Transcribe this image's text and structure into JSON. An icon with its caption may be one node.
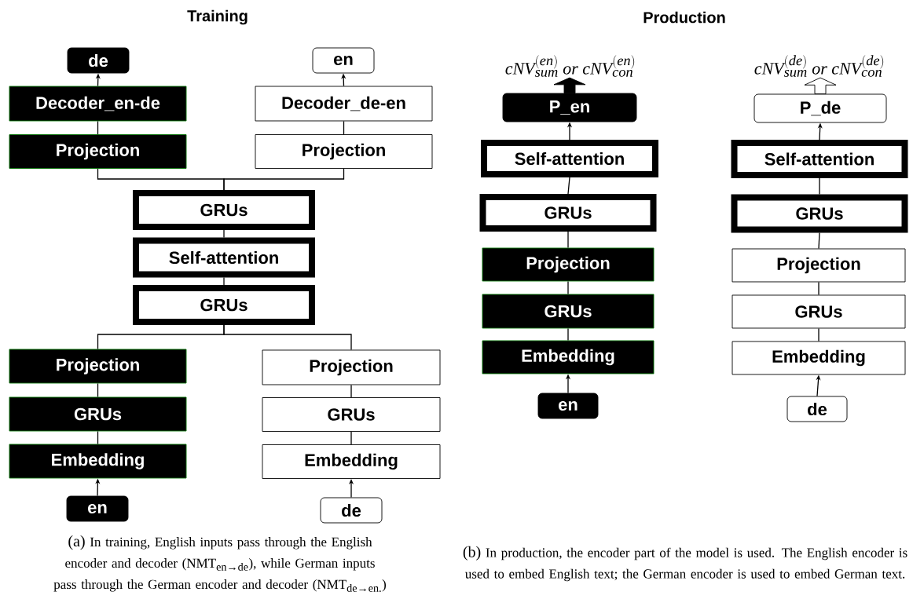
{
  "diagram": {
    "nodes": [
      {
        "text": [
          "de"
        ]
      },
      {
        "text": [
          "en"
        ]
      },
      {
        "text": [
          "Decoder_en-de"
        ]
      },
      {
        "text": [
          "Decoder_de-en"
        ]
      },
      {
        "text": [
          "Projection"
        ]
      },
      {
        "text": [
          "Projection"
        ]
      },
      {
        "text": [
          "GRUs"
        ]
      },
      {
        "text": [
          "Self-attention"
        ]
      },
      {
        "text": [
          "GRUs"
        ]
      },
      {
        "text": [
          "Projection"
        ]
      },
      {
        "text": [
          "Projection"
        ]
      },
      {
        "text": [
          "GRUs"
        ]
      },
      {
        "text": [
          "GRUs"
        ]
      },
      {
        "text": [
          "Embedding"
        ]
      },
      {
        "text": [
          "Embedding"
        ]
      },
      {
        "text": [
          "en"
        ]
      },
      {
        "text": [
          "de"
        ]
      },
      {
        "text": [
          "cNV_{sum}^{(en)}\\ or\\ cNV_{con}^{(en)}"
        ]
      },
      {
        "text": [
          "P_en"
        ]
      },
      {
        "text": [
          "Self-attention"
        ]
      },
      {
        "text": [
          "GRUs"
        ]
      },
      {
        "text": [
          "Projection"
        ]
      },
      {
        "text": [
          "GRUs"
        ]
      },
      {
        "text": [
          "Embedding"
        ]
      },
      {
        "text": [
          "en"
        ]
      },
      {
        "text": [
          "cNV_{sum}^{(de)}\\ or\\ cNV_{con}^{(de)}"
        ]
      },
      {
        "text": [
          "P_de"
        ]
      },
      {
        "text": [
          "Self-attention"
        ]
      },
      {
        "text": [
          "GRUs"
        ]
      },
      {
        "text": [
          "Projection"
        ]
      },
      {
        "text": [
          "GRUs"
        ]
      },
      {
        "text": [
          "Embedding"
        ]
      },
      {
        "text": [
          "de"
        ]
      }
    ],
    "edges": [
      {
        "from": 2,
        "to": 0,
        "arrow": "to"
      },
      {
        "from": 4,
        "to": 2,
        "arrow": "none"
      },
      {
        "from": 5,
        "to": 3,
        "arrow": "none"
      },
      {
        "from": 3,
        "to": 1,
        "arrow": "to"
      },
      {
        "from": 6,
        "to": 4,
        "arrow": "none"
      },
      {
        "from": 6,
        "to": 5,
        "arrow": "none"
      },
      {
        "from": 7,
        "to": 6,
        "arrow": "none"
      },
      {
        "from": 8,
        "to": 7,
        "arrow": "none"
      },
      {
        "from": 9,
        "to": 8,
        "arrow": "none"
      },
      {
        "from": 10,
        "to": 8,
        "arrow": "none"
      },
      {
        "from": 11,
        "to": 9,
        "arrow": "none"
      },
      {
        "from": 13,
        "to": 11,
        "arrow": "none"
      },
      {
        "from": 15,
        "to": 13,
        "arrow": "to"
      },
      {
        "from": 12,
        "to": 10,
        "arrow": "none"
      },
      {
        "from": 14,
        "to": 12,
        "arrow": "none"
      },
      {
        "from": 16,
        "to": 14,
        "arrow": "to"
      },
      {
        "from": 24,
        "to": 23,
        "arrow": "to"
      },
      {
        "from": 23,
        "to": 22,
        "arrow": "none"
      },
      {
        "from": 22,
        "to": 21,
        "arrow": "none"
      },
      {
        "from": 21,
        "to": 20,
        "arrow": "none"
      },
      {
        "from": 20,
        "to": 19,
        "arrow": "none"
      },
      {
        "from": 19,
        "to": 18,
        "arrow": "to"
      },
      {
        "from": 18,
        "to": 17,
        "arrow": "to",
        "style": "thick"
      },
      {
        "from": 32,
        "to": 31,
        "arrow": "to"
      },
      {
        "from": 31,
        "to": 30,
        "arrow": "none"
      },
      {
        "from": 30,
        "to": 29,
        "arrow": "none"
      },
      {
        "from": 29,
        "to": 28,
        "arrow": "none"
      },
      {
        "from": 28,
        "to": 27,
        "arrow": "none"
      },
      {
        "from": 27,
        "to": 26,
        "arrow": "to"
      },
      {
        "from": 26,
        "to": 25,
        "arrow": "to",
        "style": "thick"
      }
    ],
    "labels": [
      "Training",
      "Production",
      "(a)",
      "In training, English inputs pass through the English encoder and decoder (NMT$_{en→de}$), while German inputs pass through the German encoder and decoder (NMT$_{de→en.}$)",
      "(b)",
      "In production, the encoder part of the model is used. The English encoder is used to embed English text; the German encoder is used to embed German text."
    ]
  }
}
